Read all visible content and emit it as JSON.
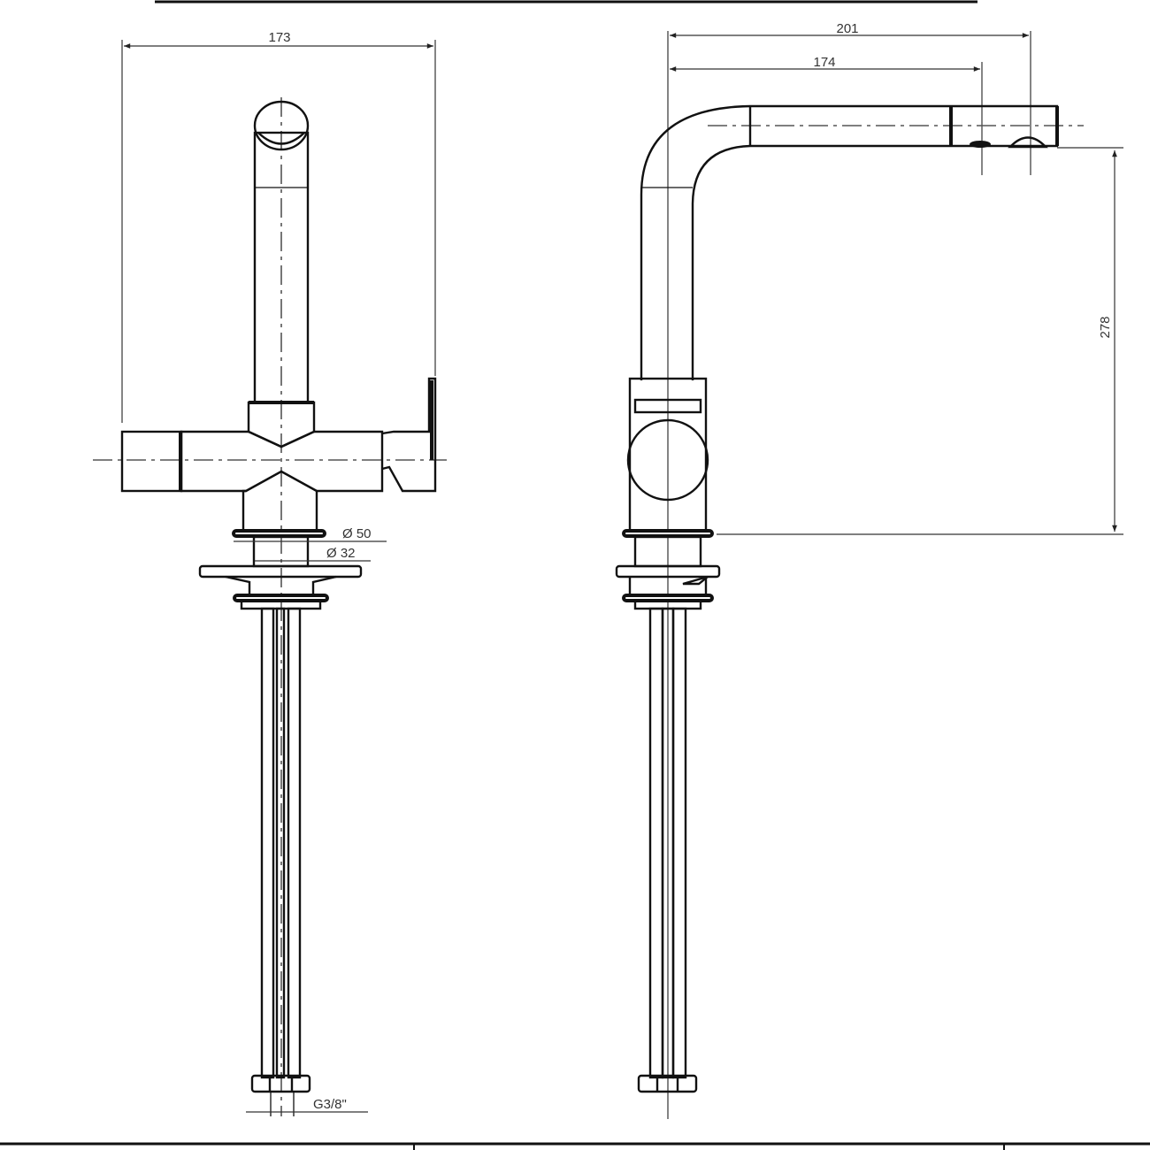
{
  "drawing": {
    "front_view": {
      "width_dimension": "173",
      "outer_diameter": "Ø 50",
      "inner_diameter": "Ø 32",
      "thread": "G3/8\""
    },
    "side_view": {
      "overall_reach": "201",
      "spout_reach": "174",
      "spout_height": "278"
    }
  }
}
